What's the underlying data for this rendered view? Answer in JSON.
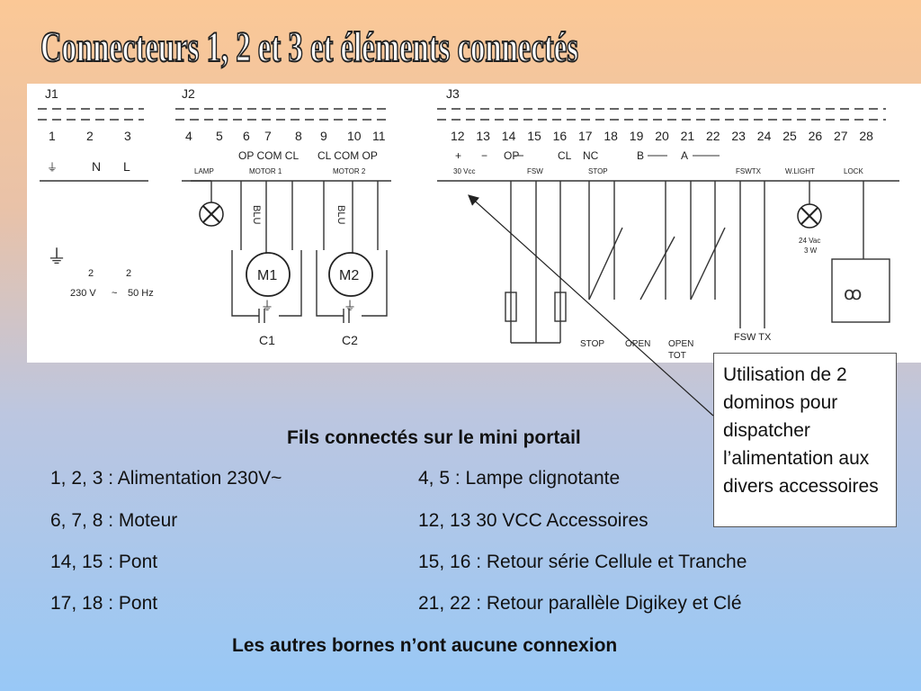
{
  "title": "Connecteurs 1, 2 et 3 et éléments connectés",
  "diagram": {
    "connector_labels": [
      "J1",
      "J2",
      "J3"
    ],
    "terminals": [
      "1",
      "2",
      "3",
      "4",
      "5",
      "6",
      "7",
      "8",
      "9",
      "10",
      "11",
      "12",
      "13",
      "14",
      "15",
      "16",
      "17",
      "18",
      "19",
      "20",
      "21",
      "22",
      "23",
      "24",
      "25",
      "26",
      "27",
      "28"
    ],
    "j1_labels": [
      "N",
      "L"
    ],
    "j2_sub": [
      "OP COM CL",
      "CL COM OP"
    ],
    "j2_names": [
      "LAMP",
      "MOTOR 1",
      "MOTOR 2"
    ],
    "j3_sub": [
      "+",
      "−",
      "OP",
      "CL",
      "NC",
      "B",
      "A"
    ],
    "j3_names": [
      "30 Vcc",
      "FSW",
      "STOP",
      "FSWTX",
      "W.LIGHT",
      "LOCK"
    ],
    "wire_labels": [
      "BLU",
      "BLU"
    ],
    "motors": [
      "M1",
      "M2"
    ],
    "capacitors": [
      "C1",
      "C2"
    ],
    "mains": [
      "2",
      "2",
      "230 V",
      "~",
      "50 Hz"
    ],
    "lamp_rating": [
      "24 Vac",
      "3 W"
    ],
    "buttons": [
      "STOP",
      "OPEN",
      "OPEN",
      "TOT"
    ],
    "fsw_tx": "FSW TX"
  },
  "callout": "Utilisation de 2 dominos pour dispatcher l’alimentation aux divers accessoires",
  "section_title": "Fils connectés sur le mini portail",
  "rows": [
    [
      "1, 2, 3 : Alimentation 230V~",
      "4, 5 : Lampe clignotante"
    ],
    [
      "6, 7, 8 : Moteur",
      "12, 13 30 VCC Accessoires"
    ],
    [
      "14, 15 : Pont",
      "15, 16 : Retour série Cellule et Tranche"
    ],
    [
      "17, 18 : Pont",
      "21, 22 : Retour parallèle Digikey et Clé"
    ]
  ],
  "footer": "Les autres bornes n’ont aucune connexion"
}
